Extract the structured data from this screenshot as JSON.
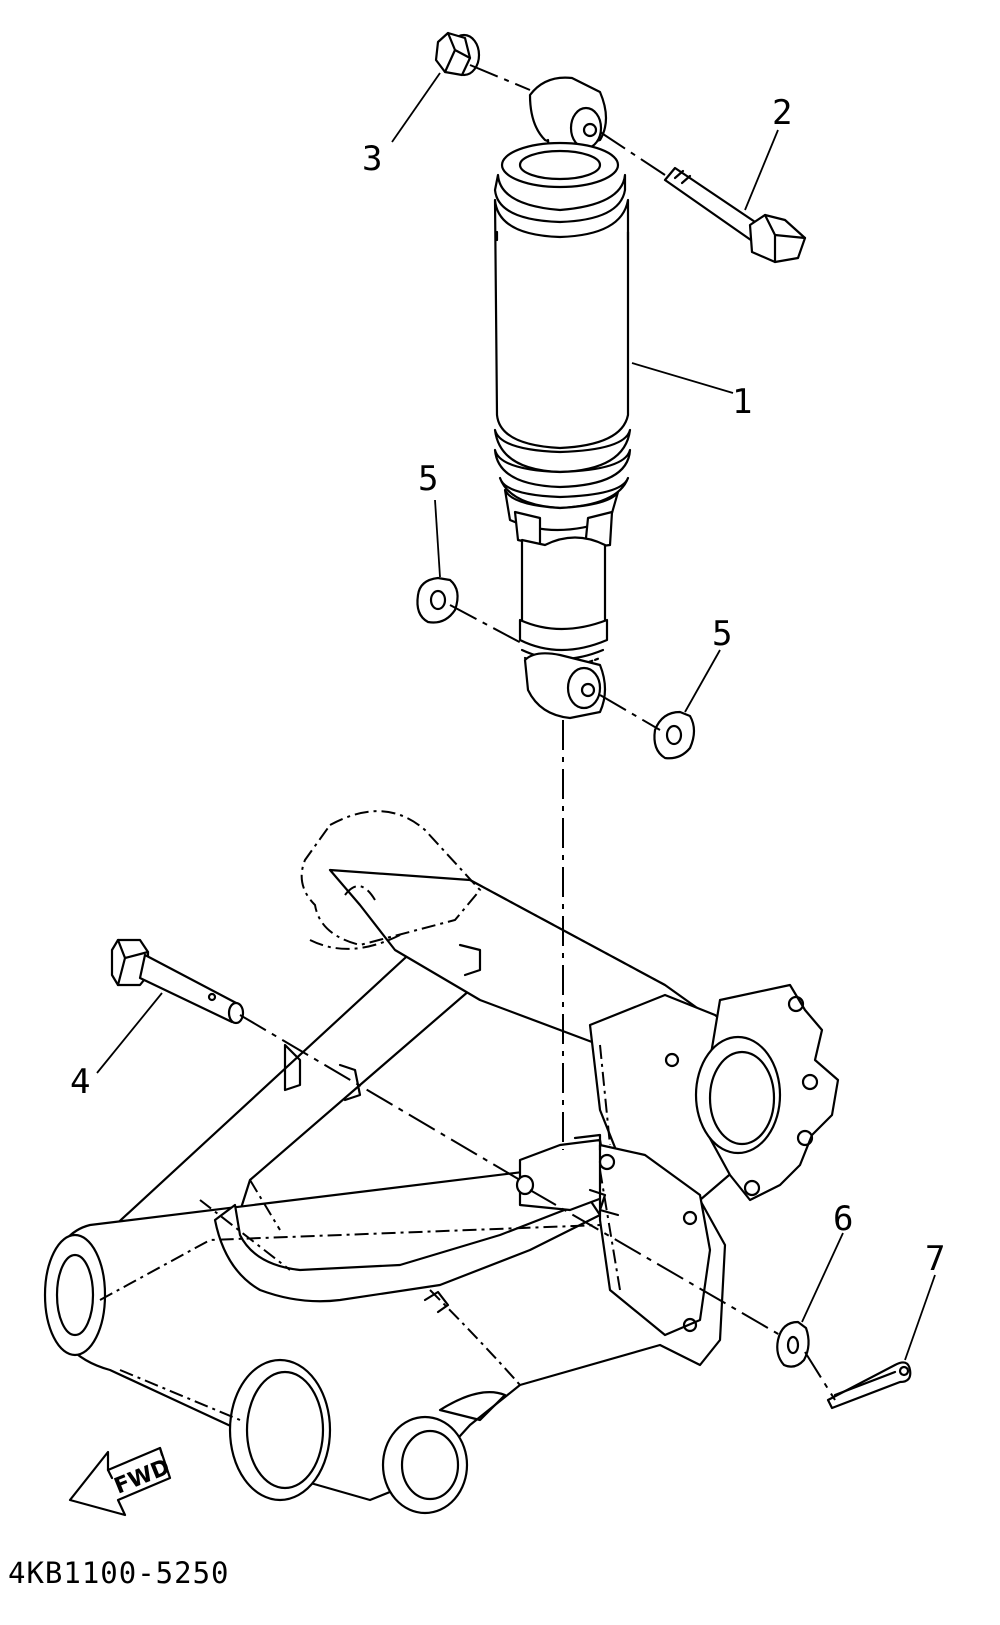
{
  "diagram": {
    "callouts": [
      "1",
      "2",
      "3",
      "4",
      "5",
      "5",
      "6",
      "7"
    ],
    "direction_label": "FWD",
    "drawing_code": "4KB1100-5250"
  }
}
